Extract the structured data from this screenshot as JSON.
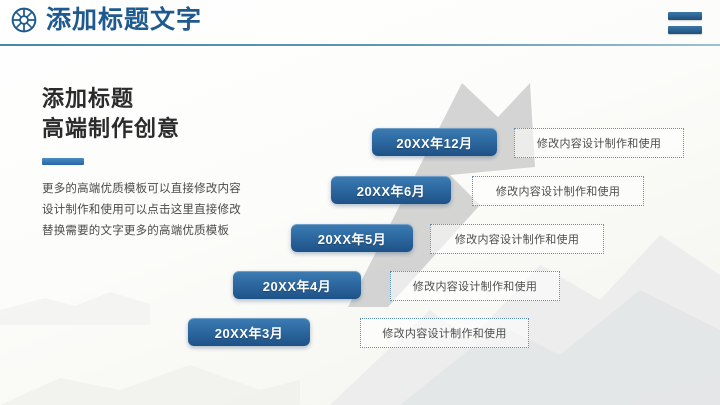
{
  "header": {
    "logo_icon": "wheel-icon",
    "title": "添加标题文字",
    "menu_icon": "menu-bars-icon"
  },
  "left_panel": {
    "title_line1": "添加标题",
    "title_line2": "高端制作创意",
    "body": "更多的高端优质模板可以直接修改内容设计制作和使用可以点击这里直接修改替换需要的文字更多的高端优质模板"
  },
  "steps": [
    {
      "label": "20XX年3月",
      "desc": "修改内容设计制作和使用"
    },
    {
      "label": "20XX年4月",
      "desc": "修改内容设计制作和使用"
    },
    {
      "label": "20XX年5月",
      "desc": "修改内容设计制作和使用"
    },
    {
      "label": "20XX年6月",
      "desc": "修改内容设计制作和使用"
    },
    {
      "label": "20XX年12月",
      "desc": "修改内容设计制作和使用"
    }
  ],
  "colors": {
    "brand_blue": "#1e5a8e",
    "step_blue_top": "#3d7cb4",
    "step_blue_bottom": "#1d5287",
    "rule_teal": "#4a87a8",
    "dashed_border": "#5a8fc0",
    "arrow_gray": "#c9c9c9"
  }
}
